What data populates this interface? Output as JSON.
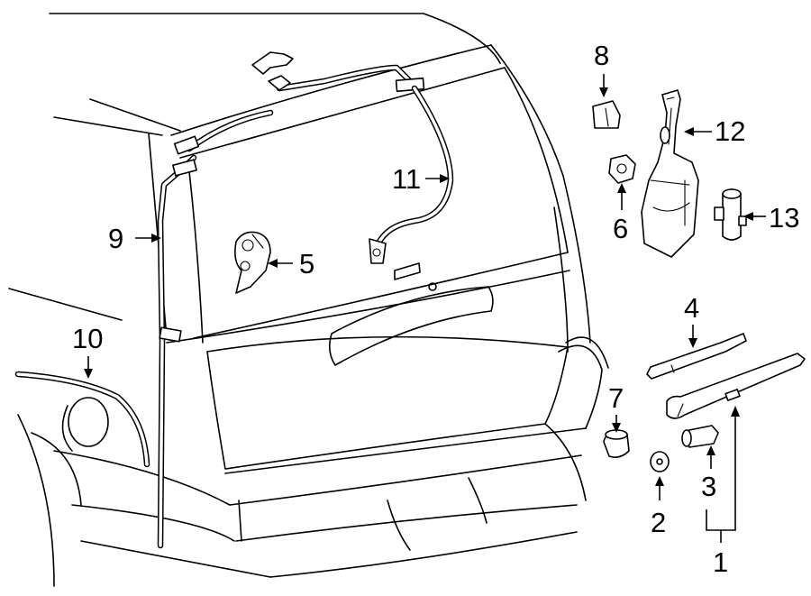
{
  "diagram": {
    "callouts": [
      {
        "id": "c1",
        "label": "1"
      },
      {
        "id": "c2",
        "label": "2"
      },
      {
        "id": "c3",
        "label": "3"
      },
      {
        "id": "c4",
        "label": "4"
      },
      {
        "id": "c5",
        "label": "5"
      },
      {
        "id": "c6",
        "label": "6"
      },
      {
        "id": "c7",
        "label": "7"
      },
      {
        "id": "c8",
        "label": "8"
      },
      {
        "id": "c9",
        "label": "9"
      },
      {
        "id": "c10",
        "label": "10"
      },
      {
        "id": "c11",
        "label": "11"
      },
      {
        "id": "c12",
        "label": "12"
      },
      {
        "id": "c13",
        "label": "13"
      }
    ]
  }
}
